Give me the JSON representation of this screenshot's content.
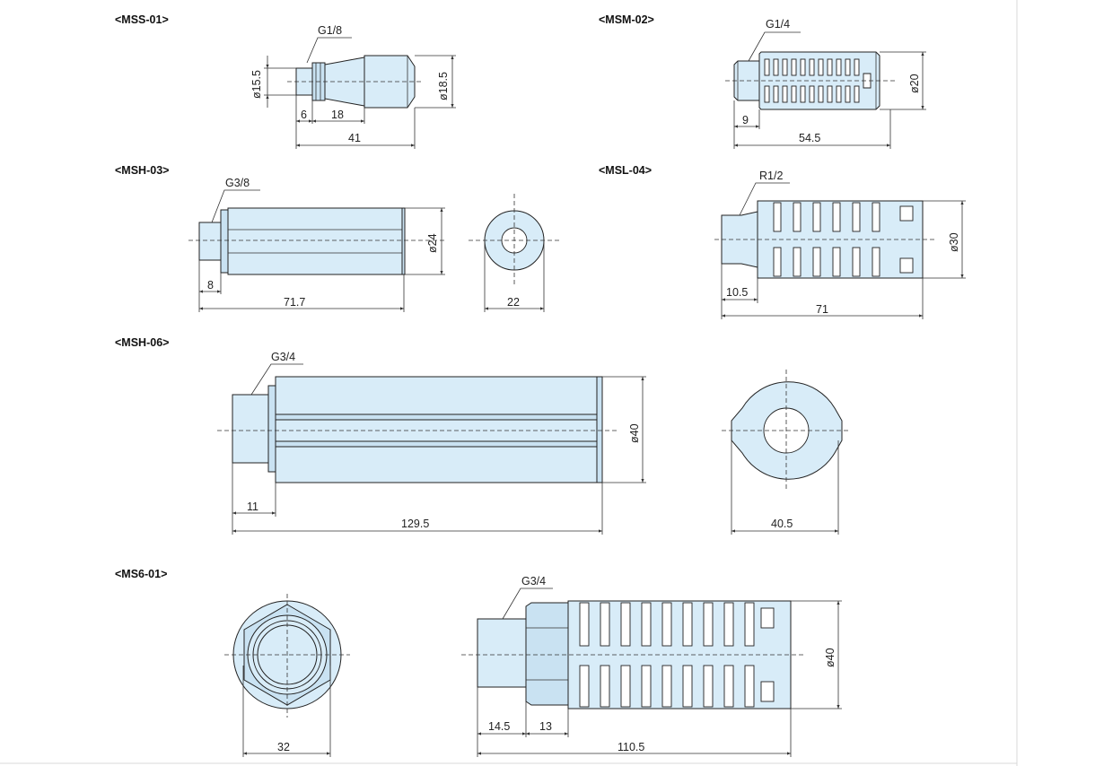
{
  "models": {
    "mss01": {
      "title": "<MSS-01>",
      "thread": "G1/8",
      "dims": {
        "d_small": "ø15.5",
        "d_big": "ø18.5",
        "a": "6",
        "b": "18",
        "len": "41"
      }
    },
    "msm02": {
      "title": "<MSM-02>",
      "thread": "G1/4",
      "dims": {
        "dia": "ø20",
        "a": "9",
        "len": "54.5"
      }
    },
    "msh03": {
      "title": "<MSH-03>",
      "thread": "G3/8",
      "dims": {
        "dia": "ø24",
        "a": "8",
        "len": "71.7",
        "end_w": "22"
      }
    },
    "msl04": {
      "title": "<MSL-04>",
      "thread": "R1/2",
      "dims": {
        "dia": "ø30",
        "a": "10.5",
        "len": "71"
      }
    },
    "msh06": {
      "title": "<MSH-06>",
      "thread": "G3/4",
      "dims": {
        "dia": "ø40",
        "a": "11",
        "len": "129.5",
        "end_w": "40.5"
      }
    },
    "ms601": {
      "title": "<MS6-01>",
      "thread": "G3/4",
      "dims": {
        "end_w": "32",
        "dia": "ø40",
        "a": "14.5",
        "b": "13",
        "len": "110.5"
      }
    }
  }
}
